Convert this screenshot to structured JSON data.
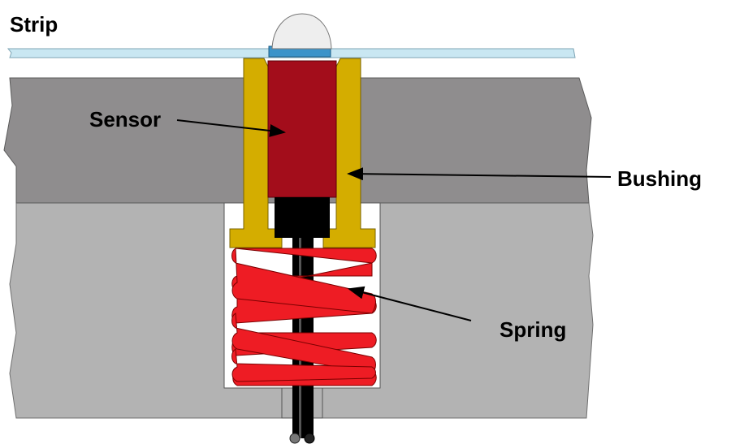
{
  "labels": {
    "strip": "Strip",
    "sensor": "Sensor",
    "bushing": "Bushing",
    "spring": "Spring"
  },
  "colors": {
    "strip": "#c9e7f2",
    "strip_outline": "#7fa5b5",
    "upper_plate": "#8f8d8e",
    "lower_plate": "#b3b3b3",
    "cavity": "#ffffff",
    "bushing": "#d4ad00",
    "sensor": "#a30d1b",
    "spring": "#ee1c24",
    "plunger": "#000000",
    "dome": "#eeeeee",
    "contact_pad": "#3b93c9"
  },
  "icons": {
    "dome": "sensor-tip-dome",
    "spring": "coil-spring"
  }
}
